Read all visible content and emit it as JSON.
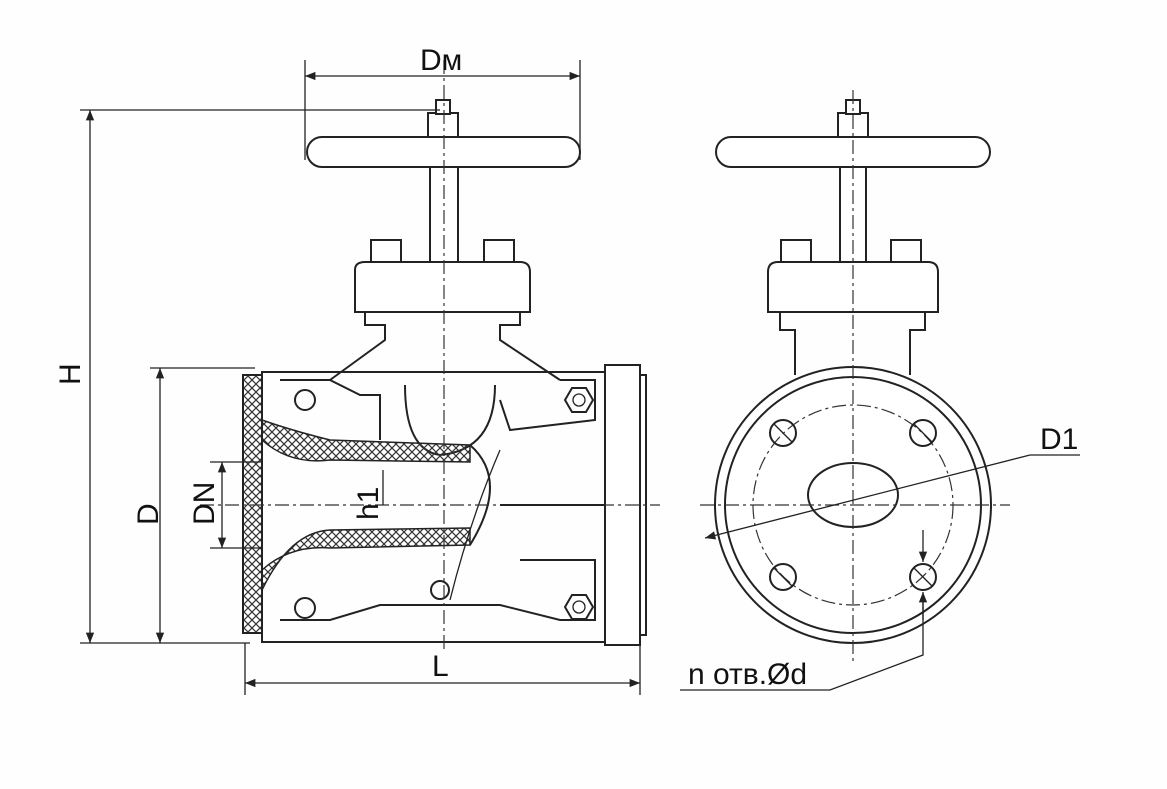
{
  "labels": {
    "handwheel_diameter": "Dм",
    "height": "H",
    "flange_diameter": "D",
    "nominal_diameter": "DN",
    "h1": "h1",
    "length": "L",
    "bolt_circle_diameter": "D1",
    "holes": "n отв.Ød"
  }
}
